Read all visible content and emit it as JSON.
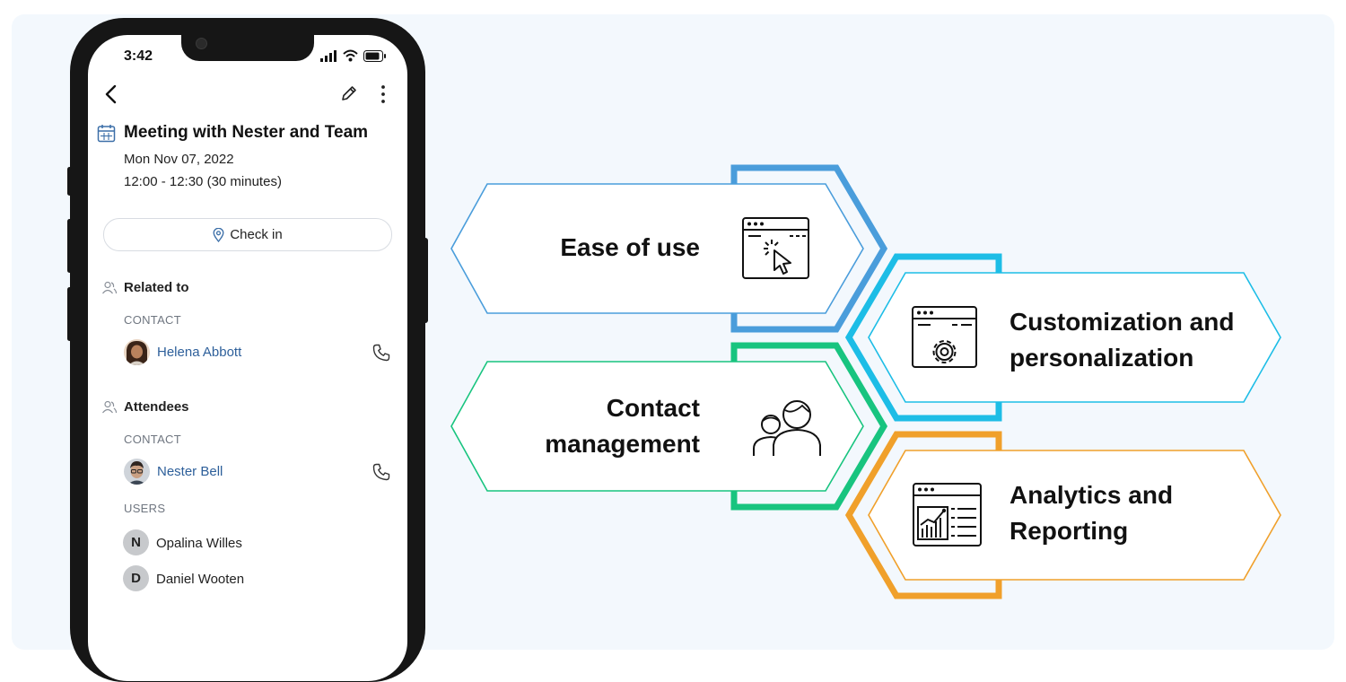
{
  "phone": {
    "status_time": "3:42",
    "event_title": "Meeting with Nester and Team",
    "event_date": "Mon Nov 07, 2022",
    "event_time": "12:00 - 12:30 (30 minutes)",
    "checkin_label": "Check in",
    "related_heading": "Related to",
    "related_caption": "CONTACT",
    "related_contact": "Helena Abbott",
    "attendees_heading": "Attendees",
    "attendees_contact_caption": "CONTACT",
    "attendee_contact": "Nester  Bell",
    "users_caption": "USERS",
    "users": [
      {
        "initial": "N",
        "name": "Opalina Willes"
      },
      {
        "initial": "D",
        "name": "Daniel Wooten"
      }
    ]
  },
  "features": [
    {
      "label": "Ease of use",
      "color": "#4a9ddb",
      "icon": "browser-cursor-icon"
    },
    {
      "label_line1": "Customization and",
      "label_line2": "personalization",
      "color": "#1dbde6",
      "icon": "browser-gear-icon"
    },
    {
      "label_line1": "Contact",
      "label_line2": "management",
      "color": "#18c47f",
      "icon": "people-icon"
    },
    {
      "label_line1": "Analytics and",
      "label_line2": "Reporting",
      "color": "#f0a02b",
      "icon": "browser-chart-icon"
    }
  ]
}
